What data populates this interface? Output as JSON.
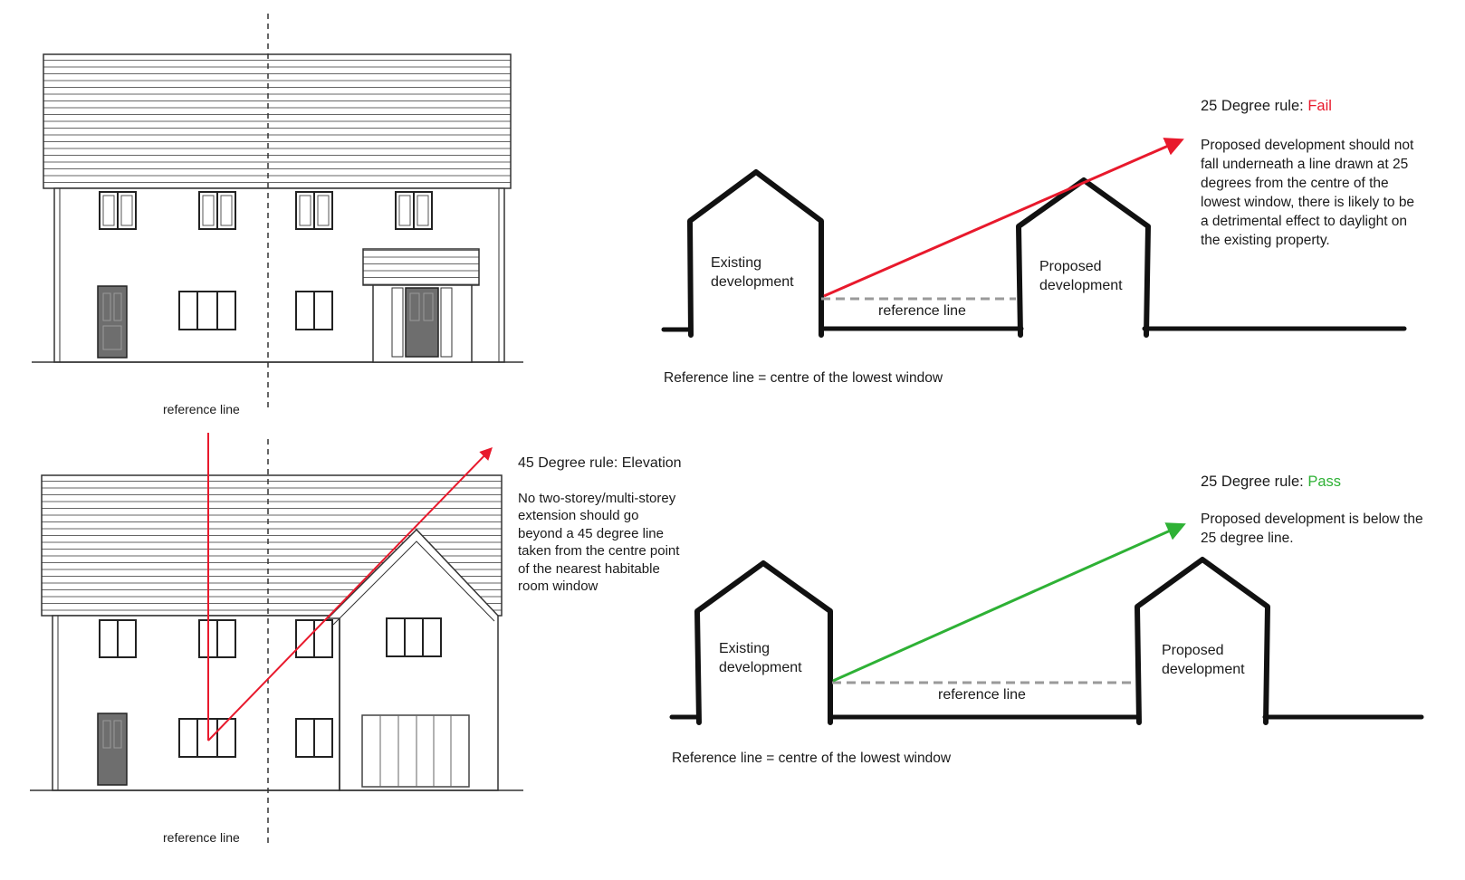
{
  "elevation_top": {
    "reference_label": "reference line"
  },
  "elevation_bottom": {
    "reference_label": "reference line"
  },
  "rule45": {
    "title": "45 Degree rule: Elevation",
    "body": [
      "No two-storey/multi-storey",
      "extension should go",
      "beyond a 45 degree line",
      "taken from the centre point",
      "of the nearest habitable",
      "room window"
    ]
  },
  "rule25_fail": {
    "title_prefix": "25 Degree rule: ",
    "result": "Fail",
    "result_color": "#e8192c",
    "body": [
      "Proposed development should not",
      "fall underneath a line drawn at 25",
      "degrees from the centre of the",
      "lowest window, there is likely to be",
      "a detrimental effect to daylight on",
      "the existing property."
    ],
    "existing_label": [
      "Existing",
      "development"
    ],
    "proposed_label": [
      "Proposed",
      "development"
    ],
    "reference_label": "reference line",
    "caption": "Reference line = centre of the lowest window"
  },
  "rule25_pass": {
    "title_prefix": "25 Degree rule: ",
    "result": "Pass",
    "result_color": "#2eb135",
    "body": [
      "Proposed development is below the",
      "25 degree line."
    ],
    "existing_label": [
      "Existing",
      "development"
    ],
    "proposed_label": [
      "Proposed",
      "development"
    ],
    "reference_label": "reference line",
    "caption": "Reference line = centre of the lowest window"
  },
  "colors": {
    "red": "#e8192c",
    "green": "#2eb135",
    "ink": "#111111",
    "dashed_ref": "#9a9a9a",
    "door": "#6e6e6e"
  }
}
